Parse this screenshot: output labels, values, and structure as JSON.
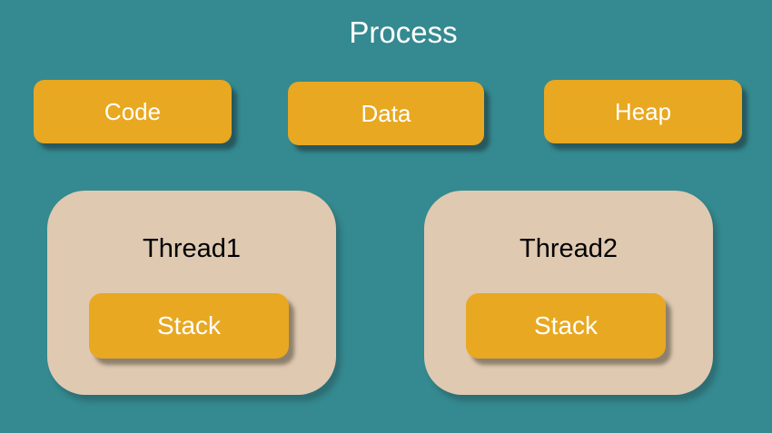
{
  "diagram": {
    "title": "Process",
    "memory_segments": [
      {
        "label": "Code"
      },
      {
        "label": "Data"
      },
      {
        "label": "Heap"
      }
    ],
    "threads": [
      {
        "label": "Thread1",
        "stack_label": "Stack"
      },
      {
        "label": "Thread2",
        "stack_label": "Stack"
      }
    ],
    "colors": {
      "background": "#348A90",
      "box_fill": "#E8A821",
      "thread_fill": "#DFC9B1",
      "box_text": "#FFFFFF",
      "thread_text": "#000000",
      "title_text": "#FFFFFF"
    }
  }
}
